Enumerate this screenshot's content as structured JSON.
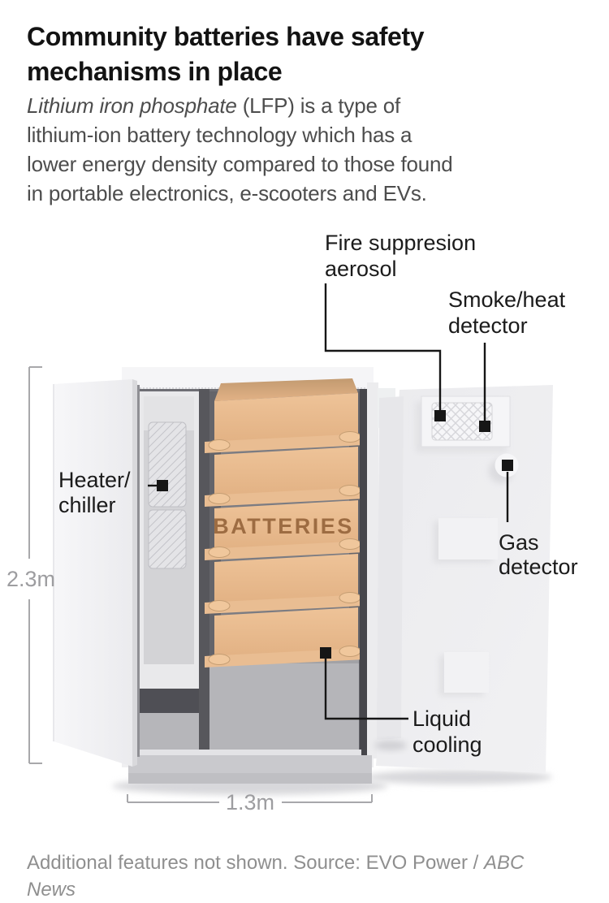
{
  "header": {
    "title_line1": "Community batteries have safety",
    "title_line2": "mechanisms in place",
    "subtitle_line1_italic": "Lithium iron phosphate",
    "subtitle_line1_rest": " (LFP) is a type of",
    "subtitle_line2": "lithium-ion battery technology which has a",
    "subtitle_line3": "lower energy density compared to those found",
    "subtitle_line4": "in portable electronics, e-scooters and EVs."
  },
  "diagram": {
    "labels": {
      "fire_suppression_line1": "Fire suppresion",
      "fire_suppression_line2": "aerosol",
      "smoke_heat_line1": "Smoke/heat",
      "smoke_heat_line2": "detector",
      "heater_chiller_line1": "Heater/",
      "heater_chiller_line2": "chiller",
      "gas_detector_line1": "Gas",
      "gas_detector_line2": "detector",
      "liquid_cooling_line1": "Liquid",
      "liquid_cooling_line2": "cooling",
      "batteries": "BATTERIES"
    },
    "dimensions": {
      "height": "2.3m",
      "width": "1.3m"
    },
    "colors": {
      "battery_tan": "#e7b98d",
      "battery_label_brown": "#9d6c42",
      "marker_black": "#161616",
      "dimension_gray": "#9d9da0",
      "cabinet_white": "#efeff1",
      "interior_gray": "#8a8a90"
    }
  },
  "footer": {
    "text": "Additional features not shown. Source: EVO Power / ",
    "source_italic": "ABC News"
  }
}
